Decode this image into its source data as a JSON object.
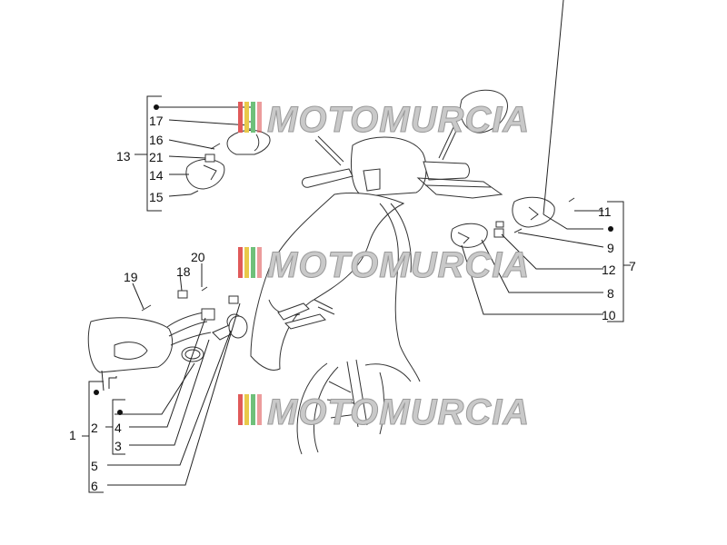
{
  "watermark": {
    "text": "MOTOMURCIA"
  },
  "labels": {
    "l1": "1",
    "l2": "2",
    "l3": "3",
    "l4": "4",
    "l5": "5",
    "l6": "6",
    "l7": "7",
    "l8": "8",
    "l9": "9",
    "l10": "10",
    "l11": "11",
    "l12": "12",
    "l13": "13",
    "l14": "14",
    "l15": "15",
    "l16": "16",
    "l17": "17",
    "l18": "18",
    "l19": "19",
    "l20": "20",
    "l21": "21"
  },
  "colors": {
    "line": "#222222",
    "watermark_red": "#e05a5a",
    "watermark_yellow": "#e9c94a",
    "watermark_green": "#6fc07a"
  }
}
